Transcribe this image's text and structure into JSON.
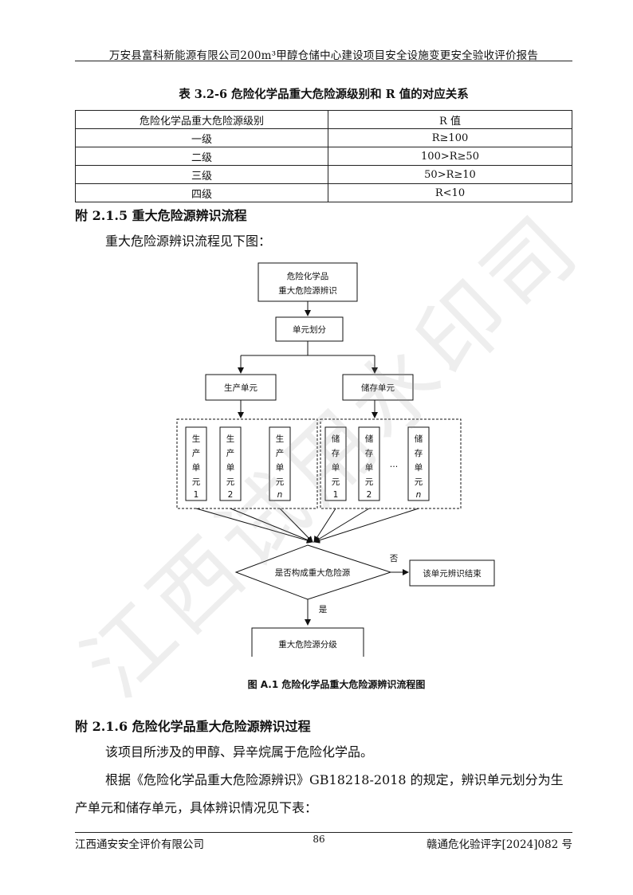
{
  "header": {
    "title": "万安县富科新能源有限公司200m³甲醇仓储中心建设项目安全设施变更安全验收评价报告"
  },
  "table": {
    "caption": "表 3.2-6   危险化学品重大危险源级别和 R 值的对应关系",
    "headers": [
      "危险化学品重大危险源级别",
      "R 值"
    ],
    "rows": [
      [
        "一级",
        "R≥100"
      ],
      [
        "二级",
        "100>R≥50"
      ],
      [
        "三级",
        "50>R≥10"
      ],
      [
        "四级",
        "R<10"
      ]
    ]
  },
  "section_215": {
    "heading": "附 2.1.5  重大危险源辨识流程",
    "intro": "重大危险源辨识流程见下图："
  },
  "flowchart": {
    "start_line1": "危险化学品",
    "start_line2": "重大危险源辨识",
    "division": "单元划分",
    "production": "生产单元",
    "storage": "储存单元",
    "prod_sub1": [
      "生",
      "产",
      "单",
      "元",
      "1"
    ],
    "prod_sub2": [
      "生",
      "产",
      "单",
      "元",
      "2"
    ],
    "prod_subn": [
      "生",
      "产",
      "单",
      "元",
      "n"
    ],
    "stor_sub1": [
      "储",
      "存",
      "单",
      "元",
      "1"
    ],
    "stor_sub2": [
      "储",
      "存",
      "单",
      "元",
      "2"
    ],
    "stor_subn": [
      "储",
      "存",
      "单",
      "元",
      "n"
    ],
    "ellipsis": "…",
    "decision": "是否构成重大危险源",
    "no_label": "否",
    "yes_label": "是",
    "end_box": "该单元辨识结束",
    "grading": "重大危险源分级",
    "caption": "图 A.1   危险化学品重大危险源辨识流程图"
  },
  "section_216": {
    "heading": "附 2.1.6 危险化学品重大危险源辨识过程",
    "para1": "该项目所涉及的甲醇、异辛烷属于危险化学品。",
    "para2": "根据《危险化学品重大危险源辨识》GB18218-2018 的规定，辨识单元划分为生产单元和储存单元，具体辨识情况见下表："
  },
  "watermark": {
    "text": "江西试用水印司"
  },
  "footer": {
    "left": "江西通安安全评价有限公司",
    "page": "86",
    "right": "赣通危化验评字[2024]082 号"
  }
}
